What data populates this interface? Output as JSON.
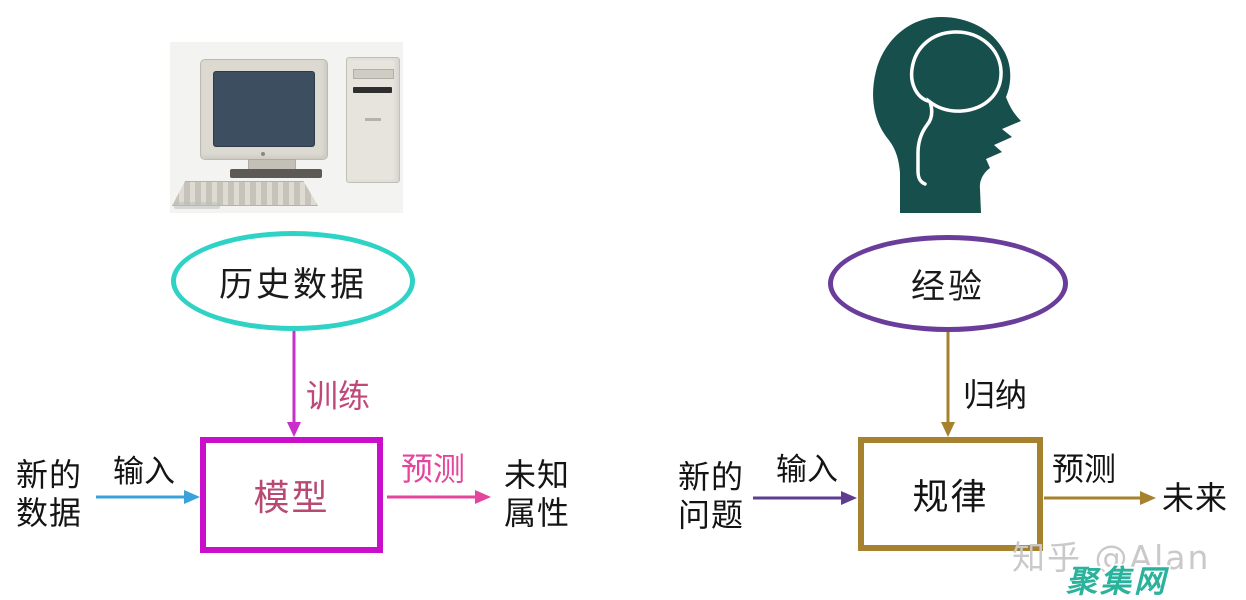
{
  "left": {
    "photo": "vintage-computer",
    "source_label": "历史数据",
    "process_label": "训练",
    "box_label": "模型",
    "new_item": {
      "lines": [
        "新的",
        "数据"
      ]
    },
    "input_label": "输入",
    "predict_label": "预测",
    "result": {
      "lines": [
        "未知",
        "属性"
      ]
    }
  },
  "right": {
    "photo": "head-brain-silhouette",
    "source_label": "经验",
    "process_label": "归纳",
    "box_label": "规律",
    "new_item": {
      "lines": [
        "新的",
        "问题"
      ]
    },
    "input_label": "输入",
    "predict_label": "预测",
    "result": {
      "lines": [
        "未来"
      ]
    }
  },
  "watermark": {
    "credit": "知乎 @Alan",
    "site": "聚集网"
  },
  "colors": {
    "left_ellipse_border": "#2ed3c6",
    "left_flow_arrow": "#ca2fca",
    "left_box_border": "#c90fc9",
    "left_box_text": "#b84a72",
    "left_train_text": "#c04878",
    "left_input_arrow": "#3aa2d9",
    "left_predict": "#e4469c",
    "right_ellipse_border": "#6a3d9b",
    "right_flow_arrow": "#a6812e",
    "right_box_border": "#a6812e",
    "right_input_arrow": "#5e3d91",
    "head_silhouette": "#174f4c",
    "screen_blue": "#3d4e61",
    "watermark_gray": "#c9c9c9",
    "watermark_teal": "#2bb29c"
  }
}
